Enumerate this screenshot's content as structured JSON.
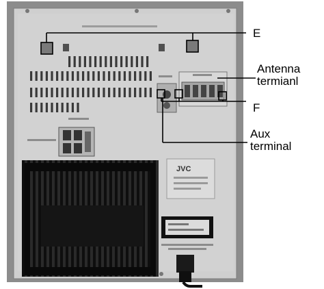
{
  "labels": {
    "e": "E",
    "antenna": "Antenna termianl",
    "f": "F",
    "aux": "Aux terminal"
  },
  "panel": {
    "brand": "JVC"
  },
  "colors": {
    "panel": "#c9c9c9",
    "panel_dark": "#9a9a9a",
    "heatsink": "#1c1c1c",
    "callout_line": "#000000"
  }
}
